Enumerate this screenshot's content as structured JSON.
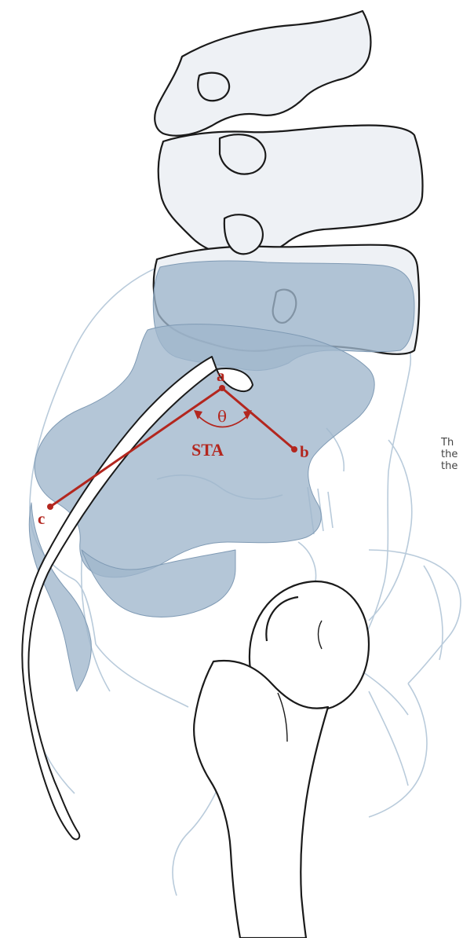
{
  "colors": {
    "outline": "#1a1a1a",
    "bone_fill": "#eef1f5",
    "bone_faint": "#b9cbdb",
    "sacrum_shade": "#9fb6cc",
    "measurement": "#b3261e",
    "side_text": "#444444"
  },
  "figure": {
    "points": {
      "a": {
        "label": "a"
      },
      "b": {
        "label": "b"
      },
      "c": {
        "label": "c"
      }
    },
    "angle_symbol": "θ",
    "angle_name": "STA",
    "side_text_lines": [
      "Th",
      "the",
      "the"
    ]
  }
}
